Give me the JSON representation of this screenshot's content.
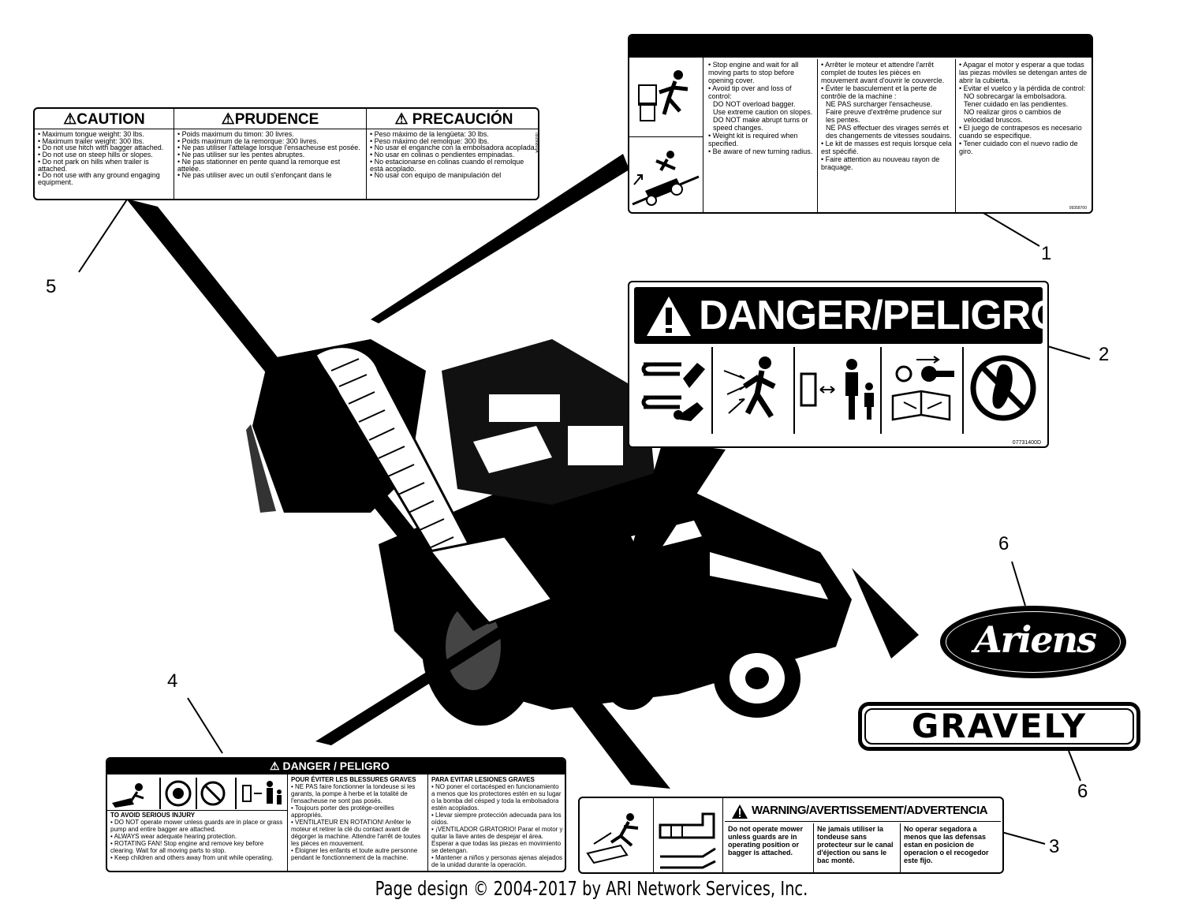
{
  "callouts": {
    "c1": "1",
    "c2": "2",
    "c3": "3",
    "c4": "4",
    "c5": "5",
    "c6a": "6",
    "c6b": "6"
  },
  "decal1": {
    "en": [
      "• Stop engine and wait for all moving parts to stop before opening cover.",
      "• Avoid tip over and loss of control:",
      "DO NOT overload bagger.",
      "Use extreme caution on slopes.",
      "DO NOT make abrupt turns or speed changes.",
      "• Weight kit is required when specified.",
      "• Be aware of new turning radius."
    ],
    "fr": [
      "• Arrêter le moteur et attendre l'arrêt complet de toutes les pièces en mouvement avant d'ouvrir le couvercle.",
      "• Éviter le basculement et la perte de contrôle de la machine :",
      "NE PAS surcharger l'ensacheuse.",
      "Faire preuve d'extrême prudence sur les pentes.",
      "NE PAS effectuer des virages serrés et des changements de vitesses soudains.",
      "• Le kit de masses est requis lorsque cela est spécifié.",
      "• Faire attention au nouveau rayon de braquage."
    ],
    "es": [
      "• Apagar el motor y esperar a que todas las piezas móviles se detengan antes de abrir la cubierta.",
      "• Evitar el vuelco y la pérdida de control:",
      "NO sobrecargar la embolsadora.",
      "Tener cuidado en las pendientes.",
      "NO realizar giros o cambios de velocidad bruscos.",
      "• El juego de contrapesos es necesario cuando se especifique.",
      "• Tener cuidado con el nuevo radio de giro."
    ],
    "part": "09358700"
  },
  "decal2": {
    "title": "DANGER/PELIGRO",
    "part": "07731400D"
  },
  "decal3": {
    "title": "WARNING/AVERTISSEMENT/ADVERTENCIA",
    "en": "Do not operate mower unless guards are in operating position or bagger is attached.",
    "fr": "Ne jamais utiliser la tondeuse sans protecteur sur le canal d'éjection ou sans le bac monté.",
    "es": "No operar segadora a menos que las defensas estan en posicion de operacion o el recogedor este fijo."
  },
  "decal4": {
    "title": "DANGER / PELIGRO",
    "en_head": "TO AVOID SERIOUS INJURY",
    "en": [
      "• DO NOT operate mower unless guards are in place or grass pump and entire bagger are attached.",
      "• ALWAYS wear adequate hearing protection.",
      "• ROTATING FAN! Stop engine and remove key before clearing. Wait for all moving parts to stop.",
      "• Keep children and others away from unit while operating."
    ],
    "fr_head": "POUR ÉVITER LES BLESSURES GRAVES",
    "fr": [
      "• NE PAS faire fonctionner la tondeuse si les garants, la pompe à herbe et la totalité de l'ensacheuse ne sont pas posés.",
      "• Toujours porter des protège-oreilles appropriés.",
      "• VENTILATEUR EN ROTATION! Arrêter le moteur et retirer la clé du contact avant de dégorger la machine. Attendre l'arrêt de toutes les pièces en mouvement.",
      "• Éloigner les enfants et toute autre personne pendant le fonctionnement de la machine."
    ],
    "es_head": "PARA EVITAR LESIONES GRAVES",
    "es": [
      "• NO poner el cortacésped en funcionamiento a menos que los protectores estén en su lugar o la bomba del césped y toda la embolsadora estén acoplados.",
      "• Llevar siempre protección adecuada para los oídos.",
      "• ¡VENTILADOR GIRATORIO! Parar el motor y quitar la llave antes de despejar el área. Esperar a que todas las piezas en movimiento se detengan.",
      "• Mantener a niños y personas ajenas alejados de la unidad durante la operación."
    ]
  },
  "decal5": {
    "caution": "CAUTION",
    "prudence": "PRUDENCE",
    "precaucion": "PRECAUCIÓN",
    "en": [
      "• Maximum tongue weight: 30 lbs.",
      "• Maximum trailer weight: 300 lbs.",
      "• Do not use hitch with bagger attached.",
      "• Do not use on steep hills or slopes.",
      "• Do not park on hills when trailer is attached.",
      "• Do not use with any ground engaging equipment."
    ],
    "fr": [
      "• Poids maximum du timon: 30 livres.",
      "• Poids maximum de la remorque: 300 livres.",
      "• Ne pas utiliser l'attelage lorsque l'ensacheuse est posée.",
      "• Ne pas utiliser sur les pentes abruptes.",
      "• Ne pas stationner en pente quand la remorque est attelée.",
      "• Ne pas utiliser avec un outil s'enfonçant dans le"
    ],
    "es": [
      "• Peso máximo de la lengüeta: 30 lbs.",
      "• Peso máximo del remolque: 300 lbs.",
      "• No usar el enganche con la embolsadora acoplada.",
      "• No usar en colinas o pendientes empinadas.",
      "• No estacionarse en colinas cuando el remolque está acoplado.",
      "• No usar con equipo de manipulación del"
    ],
    "part": "09356800A"
  },
  "logos": {
    "ariens": "Ariens",
    "gravely": "GRAVELY"
  },
  "footer": "Page design © 2004-2017 by ARI Network Services, Inc."
}
